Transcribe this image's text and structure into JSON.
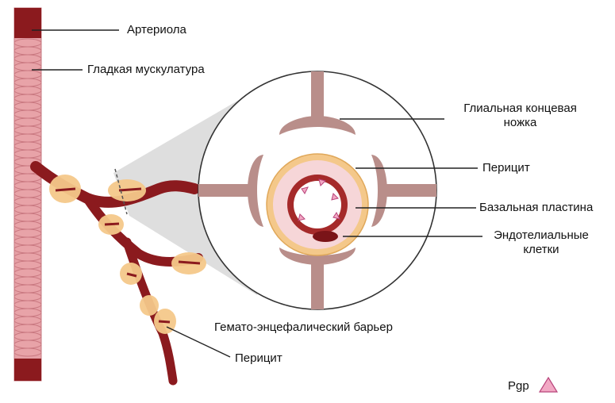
{
  "labels": {
    "arteriole": "Артериола",
    "smooth_muscle": "Гладкая мускулатура",
    "glial_endfoot_line1": "Глиальная концевая",
    "glial_endfoot_line2": "ножка",
    "pericyte_zoom": "Перицит",
    "basal_lamina": "Базальная пластина",
    "endothelial_line1": "Эндотелиальные",
    "endothelial_line2": "клетки",
    "bbb": "Гемато-энцефалический барьер",
    "pericyte_vessel": "Перицит",
    "pgp": "Pgp"
  },
  "colors": {
    "vessel_dark": "#8b1a1e",
    "vessel_red": "#a52a2a",
    "muscle_pink": "#e8a3a8",
    "muscle_line": "#c97880",
    "pericyte_fill": "#f4c88a",
    "pericyte_edge": "#e0a85a",
    "glia": "#b98e8a",
    "basal_pink": "#f6d6d8",
    "pgp_fill": "#f2a8c4",
    "pgp_edge": "#b8437a",
    "zoom_cone": "#cfcfcf"
  },
  "icons": {
    "pgp": "pink-triangle"
  }
}
